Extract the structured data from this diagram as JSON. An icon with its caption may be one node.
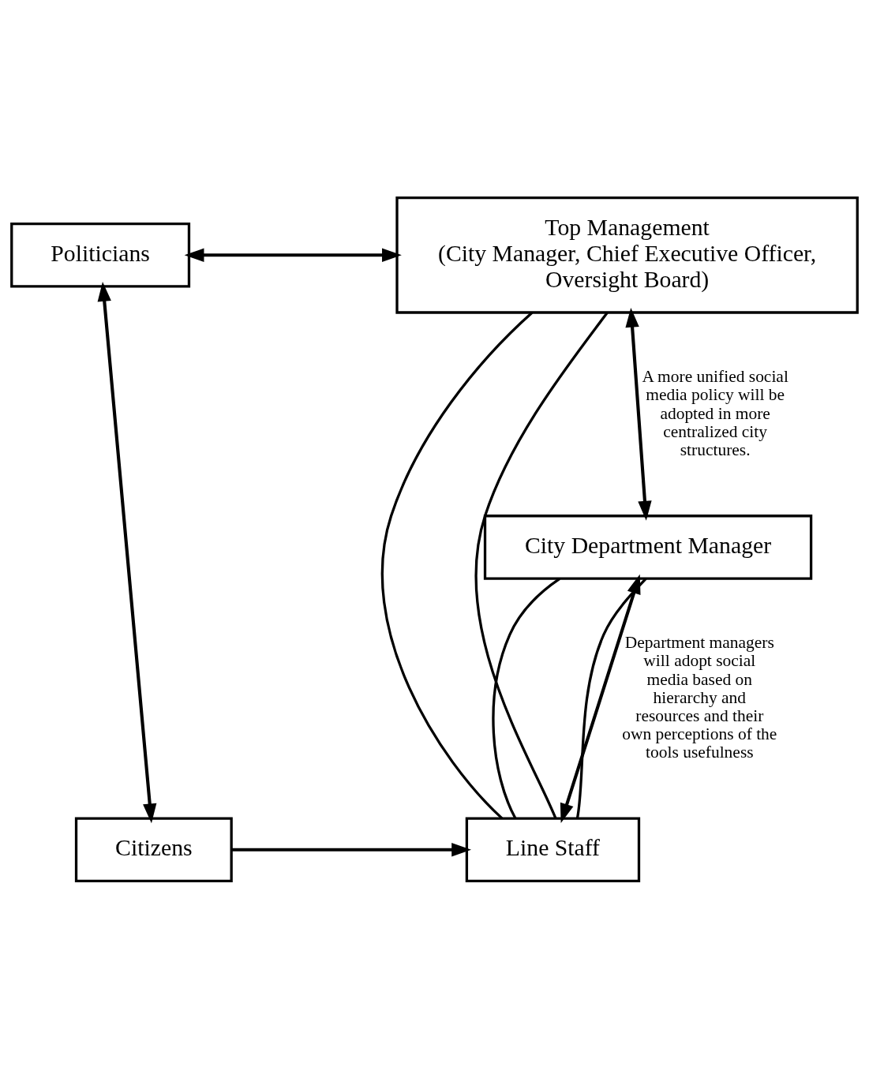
{
  "diagram": {
    "nodes": [
      {
        "text": [
          "Top Management",
          "(City Manager, Chief Executive Officer, Oversight Board)"
        ]
      },
      {
        "text": [
          "City Department Manager"
        ]
      },
      {
        "text": [
          "Line Staff"
        ]
      },
      {
        "text": [
          "Politicians"
        ]
      },
      {
        "text": [
          "Citizens"
        ]
      }
    ],
    "edges": [
      {
        "from": 0,
        "to": 1,
        "arrow": "both",
        "label": "A more unified social media policy will be adopted in more centralized city structures."
      },
      {
        "from": 1,
        "to": 2,
        "arrow": "both",
        "label": "Department managers will adopt social media based on hierarchy and resources and their own perceptions of the tools usefulness"
      },
      {
        "from": 3,
        "to": 0,
        "arrow": "both"
      },
      {
        "from": 3,
        "to": 4,
        "arrow": "both"
      },
      {
        "from": 4,
        "to": 2,
        "arrow": "to"
      },
      {
        "from": 0,
        "to": 2,
        "arrow": "none"
      },
      {
        "from": 0,
        "to": 2,
        "arrow": "none"
      },
      {
        "from": 1,
        "to": 2,
        "arrow": "none"
      },
      {
        "from": 1,
        "to": 2,
        "arrow": "none"
      }
    ]
  }
}
